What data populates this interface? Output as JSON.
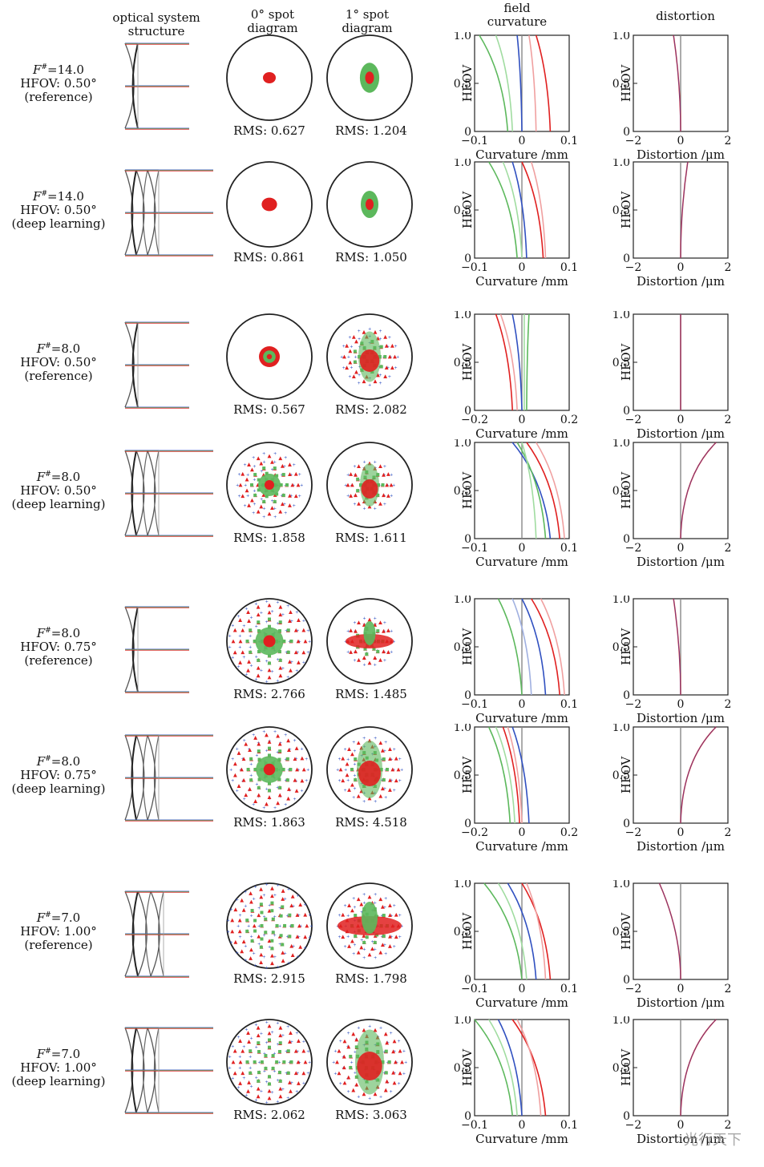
{
  "headers": {
    "structure": [
      "optical system",
      "structure"
    ],
    "spot0": [
      "0° spot",
      "diagram"
    ],
    "spot1": [
      "1° spot",
      "diagram"
    ],
    "curvature": [
      "field",
      "curvature"
    ],
    "distortion": "distortion"
  },
  "axis_text": {
    "hfov": "HFOV",
    "curvature_xlabel": "Curvature /mm",
    "distortion_xlabel": "Distortion /μm",
    "y_ticks": [
      "0",
      "0.5",
      "1.0"
    ],
    "distortion_ticks": [
      "−2",
      "0",
      "2"
    ]
  },
  "colors": {
    "green": "#5cb85c",
    "red": "#e02020",
    "blue": "#3050c0",
    "pink": "#f0a0a0",
    "lightblue": "#a0b0e0",
    "lightgreen": "#a0dca0",
    "gray": "#777777"
  },
  "rows": [
    {
      "f": "F",
      "fnum": "=14.0",
      "hfov": "HFOV: 0.50°",
      "kind": "(reference)",
      "rms0": "RMS: 0.627",
      "rms1": "RMS: 1.204",
      "curv_ticks": [
        "−0.1",
        "0",
        "0.1"
      ],
      "curv_range": [
        -0.1,
        0.1
      ],
      "curv_curves": [
        [
          -0.09,
          -0.03,
          "green"
        ],
        [
          -0.01,
          0.0,
          "blue"
        ],
        [
          0.03,
          0.06,
          "red"
        ],
        [
          -0.055,
          -0.02,
          "lightgreen"
        ],
        [
          0.015,
          0.03,
          "pink"
        ]
      ],
      "dist_curve": [
        -0.3,
        0
      ]
    },
    {
      "f": "F",
      "fnum": "=14.0",
      "hfov": "HFOV: 0.50°",
      "kind": "(deep learning)",
      "rms0": "RMS: 0.861",
      "rms1": "RMS: 1.050",
      "curv_ticks": [
        "−0.1",
        "0",
        "0.1"
      ],
      "curv_range": [
        -0.1,
        0.1
      ],
      "curv_curves": [
        [
          -0.07,
          -0.01,
          "green"
        ],
        [
          -0.02,
          0.01,
          "blue"
        ],
        [
          0.0,
          0.045,
          "red"
        ],
        [
          -0.04,
          0.0,
          "lightgreen"
        ],
        [
          0.02,
          0.05,
          "pink"
        ]
      ],
      "dist_curve": [
        0.3,
        0
      ]
    },
    {
      "f": "F",
      "fnum": "=8.0",
      "hfov": "HFOV: 0.50°",
      "kind": "(reference)",
      "rms0": "RMS: 0.567",
      "rms1": "RMS: 2.082",
      "curv_ticks": [
        "−0.2",
        "0",
        "0.2"
      ],
      "curv_range": [
        -0.2,
        0.2
      ],
      "curv_curves": [
        [
          -0.11,
          -0.04,
          "red"
        ],
        [
          -0.04,
          0.0,
          "blue"
        ],
        [
          0.03,
          0.02,
          "green"
        ],
        [
          -0.09,
          -0.02,
          "pink"
        ],
        [
          0.01,
          0.01,
          "lightgreen"
        ]
      ],
      "dist_curve": [
        0.0,
        0
      ]
    },
    {
      "f": "F",
      "fnum": "=8.0",
      "hfov": "HFOV: 0.50°",
      "kind": "(deep learning)",
      "rms0": "RMS: 1.858",
      "rms1": "RMS: 1.611",
      "curv_ticks": [
        "−0.1",
        "0",
        "0.1"
      ],
      "curv_range": [
        -0.1,
        0.1
      ],
      "curv_curves": [
        [
          -0.02,
          0.06,
          "blue"
        ],
        [
          0.01,
          0.08,
          "red"
        ],
        [
          -0.01,
          0.05,
          "green"
        ],
        [
          0.03,
          0.09,
          "pink"
        ],
        [
          0.0,
          0.03,
          "lightgreen"
        ]
      ],
      "dist_curve": [
        1.5,
        1
      ]
    },
    {
      "f": "F",
      "fnum": "=8.0",
      "hfov": "HFOV: 0.75°",
      "kind": "(reference)",
      "rms0": "RMS: 2.766",
      "rms1": "RMS: 1.485",
      "curv_ticks": [
        "−0.1",
        "0",
        "0.1"
      ],
      "curv_range": [
        -0.1,
        0.1
      ],
      "curv_curves": [
        [
          -0.05,
          0.0,
          "green"
        ],
        [
          0.0,
          0.05,
          "blue"
        ],
        [
          0.02,
          0.08,
          "red"
        ],
        [
          -0.02,
          0.02,
          "lightblue"
        ],
        [
          0.04,
          0.09,
          "pink"
        ]
      ],
      "dist_curve": [
        -0.3,
        0
      ]
    },
    {
      "f": "F",
      "fnum": "=8.0",
      "hfov": "HFOV: 0.75°",
      "kind": "(deep learning)",
      "rms0": "RMS: 1.863",
      "rms1": "RMS: 4.518",
      "curv_ticks": [
        "−0.2",
        "0",
        "0.2"
      ],
      "curv_range": [
        -0.2,
        0.2
      ],
      "curv_curves": [
        [
          -0.14,
          -0.05,
          "green"
        ],
        [
          -0.08,
          -0.01,
          "red"
        ],
        [
          -0.04,
          0.03,
          "blue"
        ],
        [
          -0.11,
          -0.03,
          "lightgreen"
        ],
        [
          -0.06,
          0.0,
          "pink"
        ]
      ],
      "dist_curve": [
        1.5,
        1
      ]
    },
    {
      "f": "F",
      "fnum": "=7.0",
      "hfov": "HFOV: 1.00°",
      "kind": "(reference)",
      "rms0": "RMS: 2.915",
      "rms1": "RMS: 1.798",
      "curv_ticks": [
        "−0.1",
        "0",
        "0.1"
      ],
      "curv_range": [
        -0.1,
        0.1
      ],
      "curv_curves": [
        [
          -0.08,
          0.0,
          "green"
        ],
        [
          -0.03,
          0.03,
          "blue"
        ],
        [
          0.0,
          0.06,
          "red"
        ],
        [
          -0.05,
          0.01,
          "lightgreen"
        ],
        [
          0.01,
          0.05,
          "pink"
        ]
      ],
      "dist_curve": [
        -0.9,
        0
      ]
    },
    {
      "f": "F",
      "fnum": "=7.0",
      "hfov": "HFOV: 1.00°",
      "kind": "(deep learning)",
      "rms0": "RMS: 2.062",
      "rms1": "RMS: 3.063",
      "curv_ticks": [
        "−0.1",
        "0",
        "0.1"
      ],
      "curv_range": [
        -0.1,
        0.1
      ],
      "curv_curves": [
        [
          -0.1,
          -0.02,
          "green"
        ],
        [
          -0.05,
          0.0,
          "blue"
        ],
        [
          -0.02,
          0.05,
          "red"
        ],
        [
          -0.07,
          -0.01,
          "lightgreen"
        ],
        [
          -0.01,
          0.04,
          "pink"
        ]
      ],
      "dist_curve": [
        1.5,
        1
      ]
    }
  ],
  "watermark": "光行天下"
}
